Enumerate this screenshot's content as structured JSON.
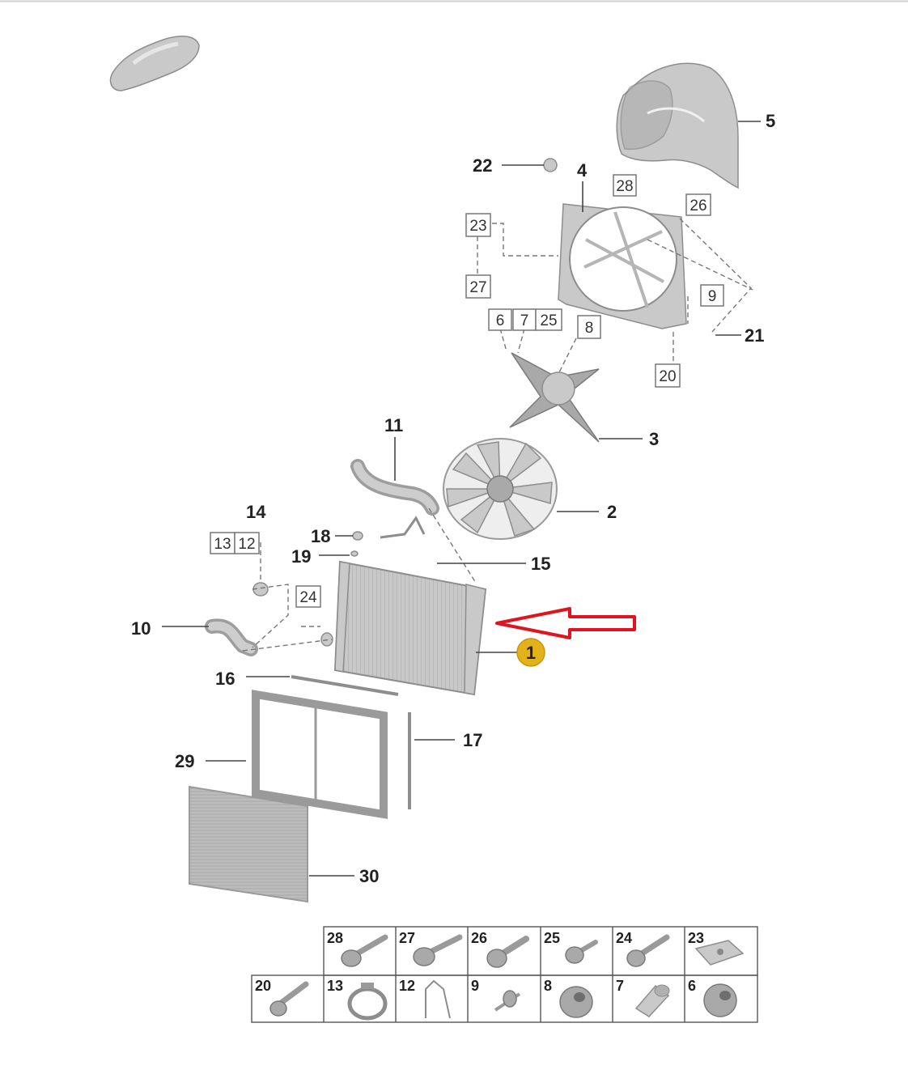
{
  "callouts": {
    "c1": "1",
    "c2": "2",
    "c3": "3",
    "c4": "4",
    "c5": "5",
    "c10": "10",
    "c11": "11",
    "c14": "14",
    "c15": "15",
    "c16": "16",
    "c17": "17",
    "c18": "18",
    "c19": "19",
    "c21": "21",
    "c22": "22",
    "c29": "29",
    "c30": "30"
  },
  "boxed": {
    "b28": "28",
    "b26": "26",
    "b23": "23",
    "b27": "27",
    "b9": "9",
    "b6": "6",
    "b7": "7",
    "b25": "25",
    "b8": "8",
    "b20": "20",
    "b13": "13",
    "b12": "12",
    "b24": "24"
  },
  "hardware_table": {
    "row1": [
      "28",
      "27",
      "26",
      "25",
      "24",
      "23"
    ],
    "row2": [
      "20",
      "13",
      "12",
      "9",
      "8",
      "7",
      "6"
    ]
  },
  "colors": {
    "highlight_arrow": "#e0141e",
    "marker_fill": "#e3b21a"
  }
}
